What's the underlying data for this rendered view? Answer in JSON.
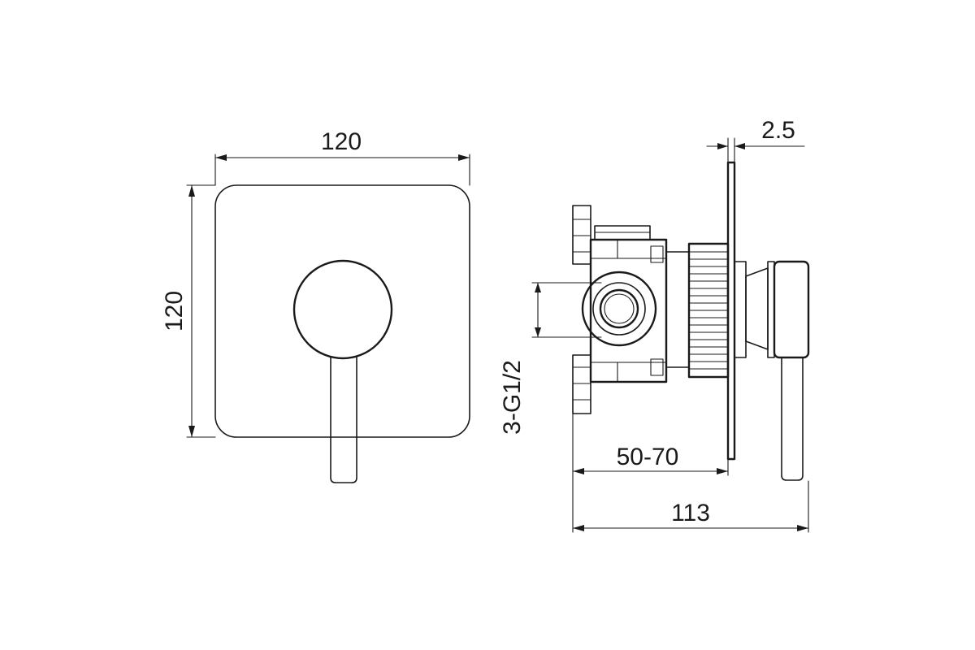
{
  "diagram": {
    "front_view": {
      "width_label": "120",
      "height_label": "120"
    },
    "side_view": {
      "plate_thickness_label": "2.5",
      "thread_label": "3-G1/2",
      "wall_depth_label": "50-70",
      "total_depth_label": "113"
    }
  },
  "colors": {
    "line": "#1a1a1a",
    "background": "#ffffff"
  }
}
